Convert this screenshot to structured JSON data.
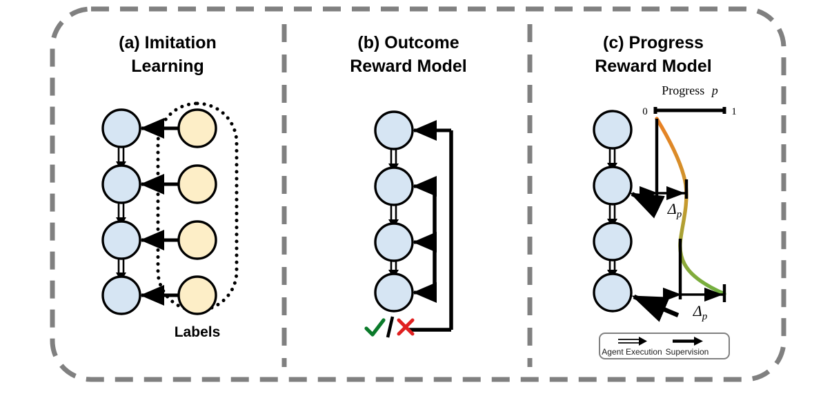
{
  "figure": {
    "outer_border_color": "#808080",
    "divider_color": "#808080",
    "node_agent_color": "#d6e5f3",
    "node_label_color": "#fdeec7",
    "node_stroke_color": "#000000"
  },
  "panels": [
    {
      "id": "imitation-learning",
      "title_line1": "(a) Imitation",
      "title_line2": "Learning",
      "caption": "Labels",
      "agent_nodes": 4,
      "label_nodes": 4
    },
    {
      "id": "outcome-reward-model",
      "title_line1": "(b) Outcome",
      "title_line2": "Reward Model",
      "agent_nodes": 4,
      "verdict_success": "✔",
      "verdict_separator": "/",
      "verdict_failure": "✘",
      "success_color": "#0a7a2a",
      "failure_color": "#e02020",
      "separator_color": "#000000"
    },
    {
      "id": "progress-reward-model",
      "title_line1": "(c) Progress",
      "title_line2": "Reward Model",
      "agent_nodes": 4,
      "axis_title_text": "Progress",
      "axis_title_symbol": "p",
      "axis_min_label": "0",
      "axis_max_label": "1",
      "delta_label_symbol": "Δ",
      "delta_label_subscript": "p",
      "delta_labels": [
        "Δp",
        "Δp"
      ],
      "curve_color_start": "#ea8024",
      "curve_color_mid": "#c79a2e",
      "curve_color_end": "#6fb03f",
      "legend": {
        "border_color": "#808080",
        "items": [
          {
            "name": "agent-execution",
            "label": "Agent Execution",
            "arrow_style": "double-line"
          },
          {
            "name": "supervision",
            "label": "Supervision",
            "arrow_style": "solid-thick"
          }
        ]
      }
    }
  ],
  "chart_data": {
    "type": "line",
    "title": "Progress p",
    "xlabel": "Progress p",
    "ylabel": "",
    "xlim": [
      0,
      1
    ],
    "grid": false,
    "legend_position": "bottom",
    "annotations": [
      "Δp",
      "Δp"
    ],
    "series": [
      {
        "name": "progress-curve",
        "x": [
          0.02,
          0.1,
          0.22,
          0.36,
          0.42,
          0.4,
          0.34,
          0.3,
          0.36,
          0.52,
          0.72,
          0.88,
          0.97
        ],
        "y": [
          0.0,
          0.08,
          0.18,
          0.3,
          0.38,
          0.46,
          0.56,
          0.64,
          0.72,
          0.8,
          0.88,
          0.95,
          1.0
        ]
      }
    ],
    "measurements": [
      {
        "label": "Δp",
        "from": 0.02,
        "to": 0.42
      },
      {
        "label": "Δp",
        "from": 0.3,
        "to": 0.97
      }
    ]
  }
}
